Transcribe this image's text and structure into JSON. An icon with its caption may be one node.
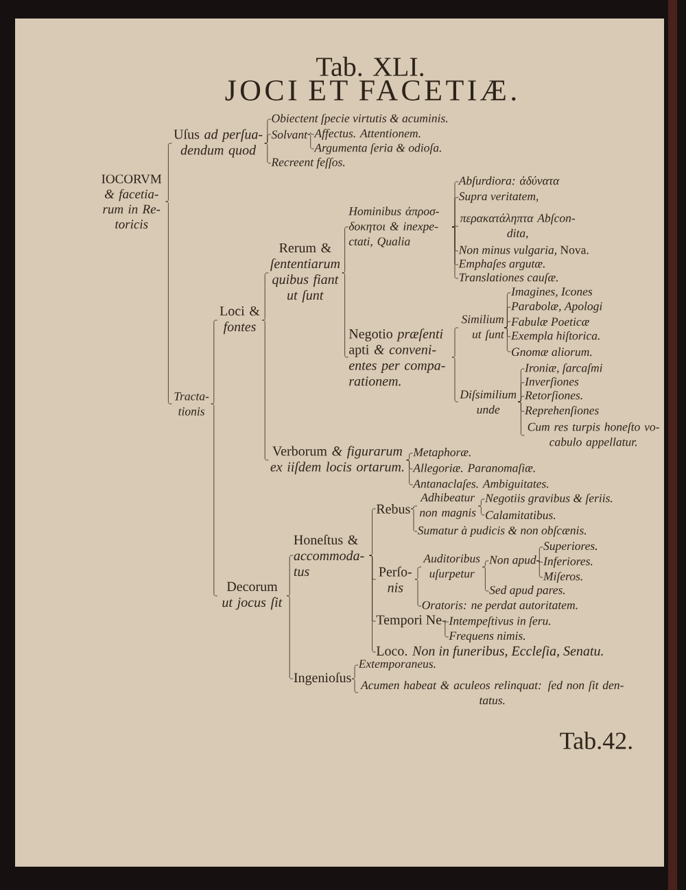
{
  "diagram": {
    "title": "JOCI ET FACETIÆ.",
    "nodes": [
      {
        "text": [
          "IOCORVM *& facetia- rum in Re- toricis*"
        ]
      },
      {
        "text": [
          "Uſus *ad perſua- dendum quod*"
        ]
      },
      {
        "text": [
          "Obiectent ſpecie virtutis & acuminis."
        ]
      },
      {
        "text": [
          "Solvant"
        ]
      },
      {
        "text": [
          "Affectus. Attentionem."
        ]
      },
      {
        "text": [
          "Argumenta ſeria & odioſa."
        ]
      },
      {
        "text": [
          "Recreent feſſos."
        ]
      },
      {
        "text": [
          "Tracta- tionis"
        ]
      },
      {
        "text": [
          "Loci & *fontes*"
        ]
      },
      {
        "text": [
          "Rerum & *ſententiarum quibus fiant ut ſunt*"
        ]
      },
      {
        "text": [
          "Hominibus ἀπροσ- δοκητοι & inexpe- ctati, Qualia"
        ]
      },
      {
        "text": [
          "Abſurdiora: ἀδύνατα"
        ]
      },
      {
        "text": [
          "Supra veritatem,"
        ]
      },
      {
        "text": [
          "περακατάληπτα Abſcon- dita,"
        ]
      },
      {
        "text": [
          "*Non minus vulgaria,* Nova."
        ]
      },
      {
        "text": [
          "Emphaſes argutæ."
        ]
      },
      {
        "text": [
          "Translationes cauſæ."
        ]
      },
      {
        "text": [
          "Negotio *præſenti* apti *& conveni- entes per compa- rationem.*"
        ]
      },
      {
        "text": [
          "Similium ut ſunt"
        ]
      },
      {
        "text": [
          "Imagines, Icones"
        ]
      },
      {
        "text": [
          "Parabolæ, Apologi"
        ]
      },
      {
        "text": [
          "Fabulæ Poeticæ"
        ]
      },
      {
        "text": [
          "Exempla hiſtorica."
        ]
      },
      {
        "text": [
          "Gnomæ aliorum."
        ]
      },
      {
        "text": [
          "Diſsimilium unde"
        ]
      },
      {
        "text": [
          "Ironiæ, ſarcaſmi"
        ]
      },
      {
        "text": [
          "Inverſiones"
        ]
      },
      {
        "text": [
          "Retorſiones."
        ]
      },
      {
        "text": [
          "Reprehenſiones"
        ]
      },
      {
        "text": [
          "Cum res turpis honeſto vo- cabulo appellatur."
        ]
      },
      {
        "text": [
          "Verborum *& figurarum ex iiſdem locis ortarum.*"
        ]
      },
      {
        "text": [
          "Metaphoræ."
        ]
      },
      {
        "text": [
          "Allegoriæ. Paranomaſiæ."
        ]
      },
      {
        "text": [
          "Antanaclaſes. Ambiguitates."
        ]
      },
      {
        "text": [
          "Decorum *ut jocus ſit*"
        ]
      },
      {
        "text": [
          "Honeſtus & *accommoda- tus*"
        ]
      },
      {
        "text": [
          "Rebus"
        ]
      },
      {
        "text": [
          "Adhibeatur non magnis"
        ]
      },
      {
        "text": [
          "Negotiis gravibus & ſeriis."
        ]
      },
      {
        "text": [
          "Calamitatibus."
        ]
      },
      {
        "text": [
          "Sumatur à pudicis & non obſcænis."
        ]
      },
      {
        "text": [
          "Perſo- *nis*"
        ]
      },
      {
        "text": [
          "Auditoribus uſurpetur"
        ]
      },
      {
        "text": [
          "Non apud"
        ]
      },
      {
        "text": [
          "Superiores."
        ]
      },
      {
        "text": [
          "Inferiores."
        ]
      },
      {
        "text": [
          "Miſeros."
        ]
      },
      {
        "text": [
          "Sed apud pares."
        ]
      },
      {
        "text": [
          "Oratoris: ne perdat autoritatem."
        ]
      },
      {
        "text": [
          "Tempori Ne"
        ]
      },
      {
        "text": [
          "Intempeſtivus in ſeru."
        ]
      },
      {
        "text": [
          "Frequens nimis."
        ]
      },
      {
        "text": [
          "Loco. *Non in funeribus, Eccleſia, Senatu.*"
        ]
      },
      {
        "text": [
          "Ingenioſus"
        ]
      },
      {
        "text": [
          "Extemporaneus."
        ]
      },
      {
        "text": [
          "Acumen habeat & aculeos relinquat: ſed non ſit den- tatus."
        ]
      }
    ],
    "edges": [
      {
        "from": 0,
        "to": 1,
        "arrow": "none"
      },
      {
        "from": 0,
        "to": 7,
        "arrow": "none"
      },
      {
        "from": 1,
        "to": 2,
        "arrow": "none"
      },
      {
        "from": 1,
        "to": 3,
        "arrow": "none"
      },
      {
        "from": 1,
        "to": 6,
        "arrow": "none"
      },
      {
        "from": 3,
        "to": 4,
        "arrow": "none"
      },
      {
        "from": 3,
        "to": 5,
        "arrow": "none"
      },
      {
        "from": 7,
        "to": 8,
        "arrow": "none"
      },
      {
        "from": 7,
        "to": 34,
        "arrow": "none"
      },
      {
        "from": 8,
        "to": 9,
        "arrow": "none"
      },
      {
        "from": 8,
        "to": 30,
        "arrow": "none"
      },
      {
        "from": 9,
        "to": 10,
        "arrow": "none"
      },
      {
        "from": 9,
        "to": 17,
        "arrow": "none"
      },
      {
        "from": 10,
        "to": 11,
        "arrow": "none"
      },
      {
        "from": 10,
        "to": 12,
        "arrow": "none"
      },
      {
        "from": 10,
        "to": 13,
        "arrow": "none"
      },
      {
        "from": 10,
        "to": 14,
        "arrow": "none"
      },
      {
        "from": 10,
        "to": 15,
        "arrow": "none"
      },
      {
        "from": 10,
        "to": 16,
        "arrow": "none"
      },
      {
        "from": 17,
        "to": 18,
        "arrow": "none"
      },
      {
        "from": 17,
        "to": 24,
        "arrow": "none"
      },
      {
        "from": 18,
        "to": 19,
        "arrow": "none"
      },
      {
        "from": 18,
        "to": 20,
        "arrow": "none"
      },
      {
        "from": 18,
        "to": 21,
        "arrow": "none"
      },
      {
        "from": 18,
        "to": 22,
        "arrow": "none"
      },
      {
        "from": 18,
        "to": 23,
        "arrow": "none"
      },
      {
        "from": 24,
        "to": 25,
        "arrow": "none"
      },
      {
        "from": 24,
        "to": 26,
        "arrow": "none"
      },
      {
        "from": 24,
        "to": 27,
        "arrow": "none"
      },
      {
        "from": 24,
        "to": 28,
        "arrow": "none"
      },
      {
        "from": 24,
        "to": 29,
        "arrow": "none"
      },
      {
        "from": 30,
        "to": 31,
        "arrow": "none"
      },
      {
        "from": 30,
        "to": 32,
        "arrow": "none"
      },
      {
        "from": 30,
        "to": 33,
        "arrow": "none"
      },
      {
        "from": 34,
        "to": 35,
        "arrow": "none"
      },
      {
        "from": 34,
        "to": 53,
        "arrow": "none"
      },
      {
        "from": 35,
        "to": 36,
        "arrow": "none"
      },
      {
        "from": 35,
        "to": 41,
        "arrow": "none"
      },
      {
        "from": 35,
        "to": 49,
        "arrow": "none"
      },
      {
        "from": 35,
        "to": 52,
        "arrow": "none"
      },
      {
        "from": 36,
        "to": 37,
        "arrow": "none"
      },
      {
        "from": 36,
        "to": 40,
        "arrow": "none"
      },
      {
        "from": 37,
        "to": 38,
        "arrow": "none"
      },
      {
        "from": 37,
        "to": 39,
        "arrow": "none"
      },
      {
        "from": 41,
        "to": 42,
        "arrow": "none"
      },
      {
        "from": 41,
        "to": 48,
        "arrow": "none"
      },
      {
        "from": 42,
        "to": 43,
        "arrow": "none"
      },
      {
        "from": 42,
        "to": 47,
        "arrow": "none"
      },
      {
        "from": 43,
        "to": 44,
        "arrow": "none"
      },
      {
        "from": 43,
        "to": 45,
        "arrow": "none"
      },
      {
        "from": 43,
        "to": 46,
        "arrow": "none"
      },
      {
        "from": 49,
        "to": 50,
        "arrow": "none"
      },
      {
        "from": 49,
        "to": 51,
        "arrow": "none"
      },
      {
        "from": 53,
        "to": 54,
        "arrow": "none"
      },
      {
        "from": 53,
        "to": 55,
        "arrow": "none"
      }
    ],
    "labels": [
      "Tab. XLI.",
      "Tab.42."
    ]
  }
}
